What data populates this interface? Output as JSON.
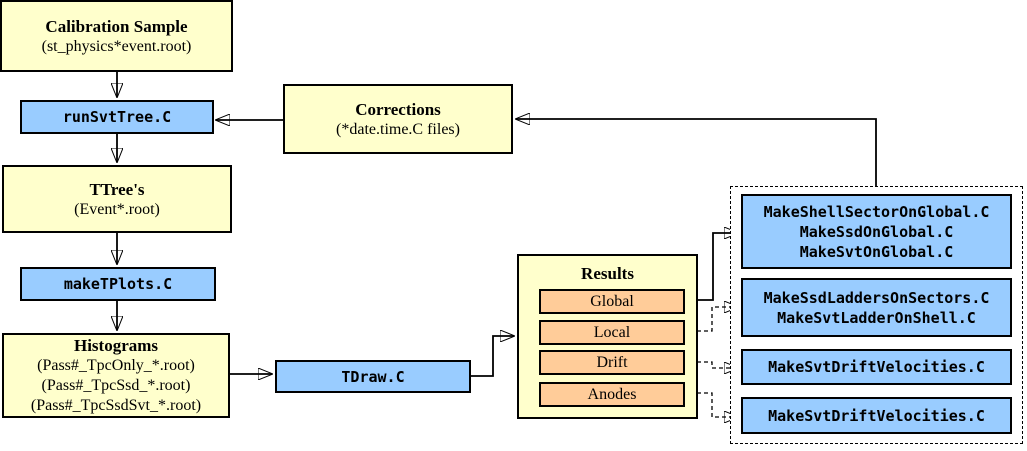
{
  "colors": {
    "data_box": "#FFFFCC",
    "macro_box": "#99CCFF",
    "result_item": "#FFCC99",
    "line": "#000000",
    "background": "#FFFFFF"
  },
  "nodes": {
    "calibration": {
      "title": "Calibration Sample",
      "subtitle": "(st_physics*event.root)"
    },
    "run_svt_tree": {
      "label": "runSvtTree.C"
    },
    "corrections": {
      "title": "Corrections",
      "subtitle": "(*date.time.C files)"
    },
    "ttrees": {
      "title": "TTree's",
      "subtitle": "(Event*.root)"
    },
    "make_tplots": {
      "label": "makeTPlots.C"
    },
    "histograms": {
      "title": "Histograms",
      "lines": [
        "(Pass#_TpcOnly_*.root)",
        "(Pass#_TpcSsd_*.root)",
        "(Pass#_TpcSsdSvt_*.root)"
      ]
    },
    "tdraw": {
      "label": "TDraw.C"
    },
    "results": {
      "title": "Results",
      "items": [
        "Global",
        "Local",
        "Drift",
        "Anodes"
      ]
    },
    "make_global_macros": {
      "lines": [
        "MakeShellSectorOnGlobal.C",
        "MakeSsdOnGlobal.C",
        "MakeSvtOnGlobal.C"
      ]
    },
    "make_ladder_macros": {
      "lines": [
        "MakeSsdLaddersOnSectors.C",
        "MakeSvtLadderOnShell.C"
      ]
    },
    "make_drift_macro": {
      "lines": [
        "MakeSvtDriftVelocities.C"
      ]
    },
    "make_anodes_macro": {
      "lines": [
        "MakeSvtDriftVelocities.C"
      ]
    }
  }
}
